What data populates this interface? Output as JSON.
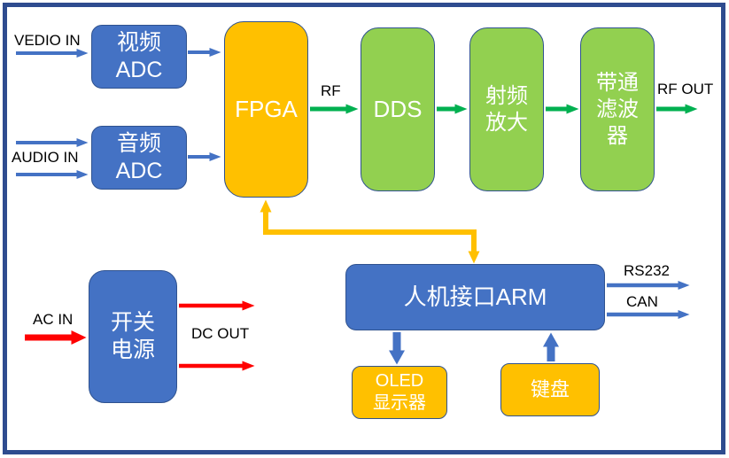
{
  "diagram_type": "system-block-diagram",
  "blocks": {
    "video_adc": {
      "label": "视频\nADC"
    },
    "audio_adc": {
      "label": "音频\nADC"
    },
    "fpga": {
      "label": "FPGA"
    },
    "dds": {
      "label": "DDS"
    },
    "rf_amp": {
      "label": "射频\n放大"
    },
    "bandpass_filter": {
      "label": "带通\n滤波\n器"
    },
    "psu": {
      "label": "开关\n电源"
    },
    "arm": {
      "label": "人机接口ARM"
    },
    "oled": {
      "label": "OLED\n显示器"
    },
    "keypad": {
      "label": "键盘"
    }
  },
  "labels": {
    "vedio_in": "VEDIO IN",
    "audio_in": "AUDIO IN",
    "rf": "RF",
    "rf_out": "RF OUT",
    "rs232": "RS232",
    "can": "CAN",
    "ac_in": "AC IN",
    "dc_out": "DC OUT"
  },
  "colors": {
    "frame": "#2E4C8F",
    "block_blue": "#4472C4",
    "block_orange": "#FFC000",
    "block_green": "#92D050",
    "block_border": "#2F528F",
    "block_text": "#FFFFFF",
    "label_text": "#000000",
    "arrow_blue": "#4472C4",
    "arrow_green": "#00B050",
    "arrow_red": "#FF0000",
    "arrow_orange": "#FFC000"
  }
}
